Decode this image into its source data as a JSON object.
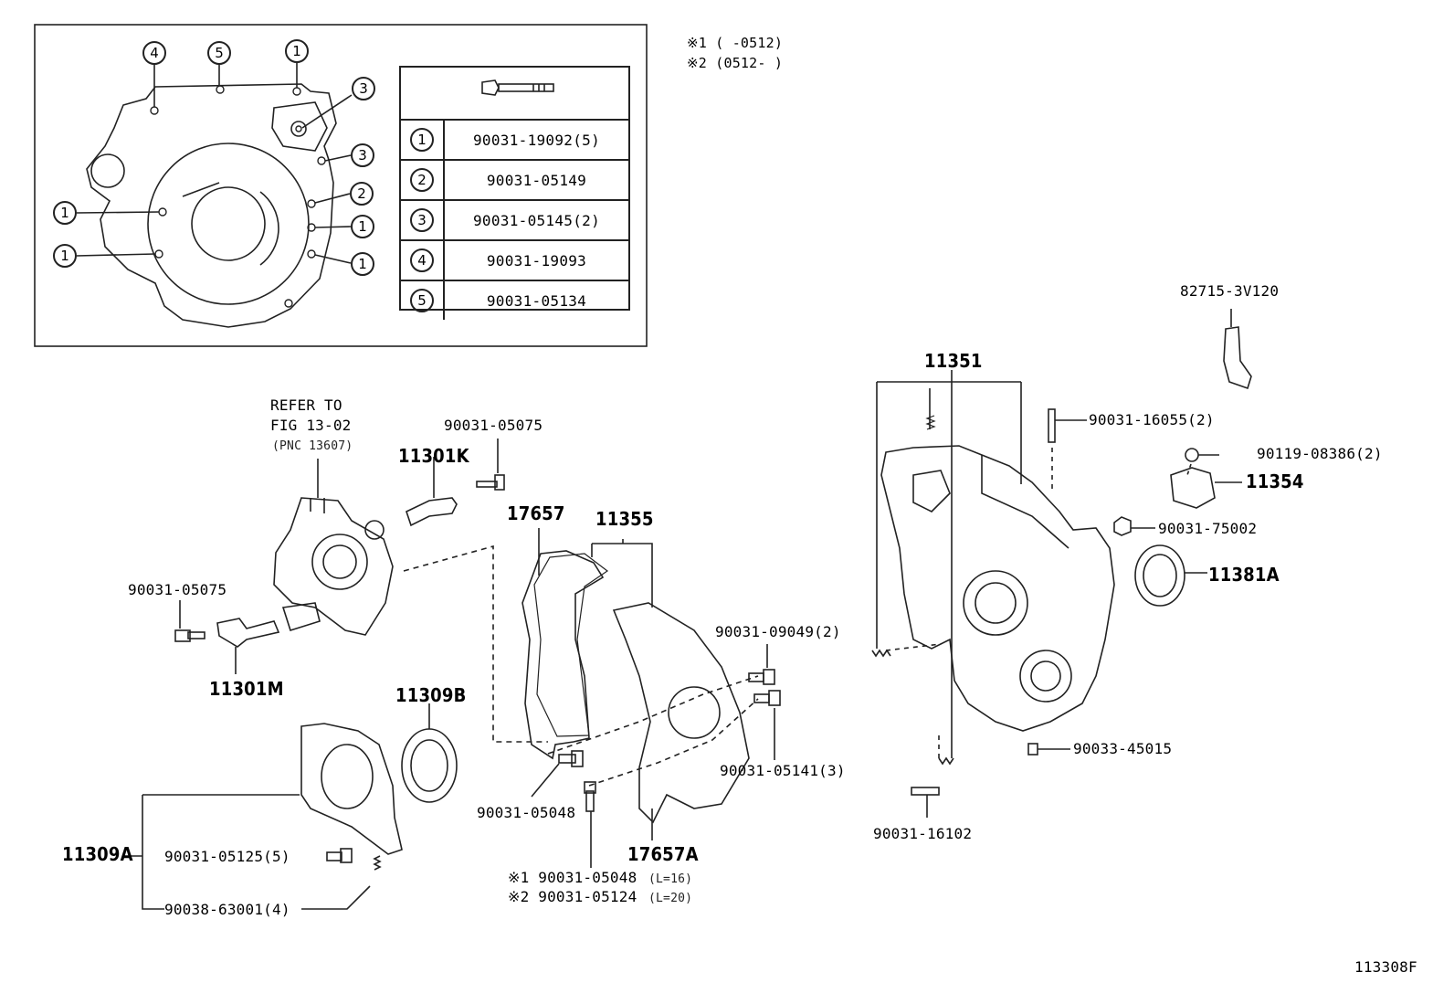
{
  "notes": {
    "note1": "※1 (      -0512)",
    "note2": "※2 (0512-      )"
  },
  "legend": {
    "rows": [
      {
        "num": "1",
        "pn": "90031-19092(5)"
      },
      {
        "num": "2",
        "pn": "90031-05149"
      },
      {
        "num": "3",
        "pn": "90031-05145(2)"
      },
      {
        "num": "4",
        "pn": "90031-19093"
      },
      {
        "num": "5",
        "pn": "90031-05134"
      }
    ]
  },
  "callouts": [
    "4",
    "5",
    "1",
    "3",
    "3",
    "2",
    "1",
    "1",
    "1",
    "1"
  ],
  "labels": {
    "refer_1": "REFER TO",
    "refer_2": "FIG 13-02",
    "refer_3": "(PNC 13607)",
    "p90031_05075_a": "90031-05075",
    "p11301K": "11301K",
    "p90031_05075_b": "90031-05075",
    "p11301M": "11301M",
    "p11309B": "11309B",
    "p11309A": "11309A",
    "p90031_05125": "90031-05125(5)",
    "p90038_63001": "90038-63001(4)",
    "p17657": "17657",
    "p11355": "11355",
    "p90031_09049": "90031-09049(2)",
    "p90031_05141": "90031-05141(3)",
    "p90031_05048": "90031-05048",
    "p17657A": "17657A",
    "opt1": "※1  90031-05048",
    "opt1_len": "(L=16)",
    "opt2": "※2  90031-05124",
    "opt2_len": "(L=20)",
    "p11351": "11351",
    "p82715": "82715-3V120",
    "p90031_16055": "90031-16055(2)",
    "p90119_08386": "90119-08386(2)",
    "p11354": "11354",
    "p90031_75002": "90031-75002",
    "p11381A": "11381A",
    "p90033_45015": "90033-45015",
    "p90031_16102": "90031-16102",
    "fig_code": "113308F"
  }
}
